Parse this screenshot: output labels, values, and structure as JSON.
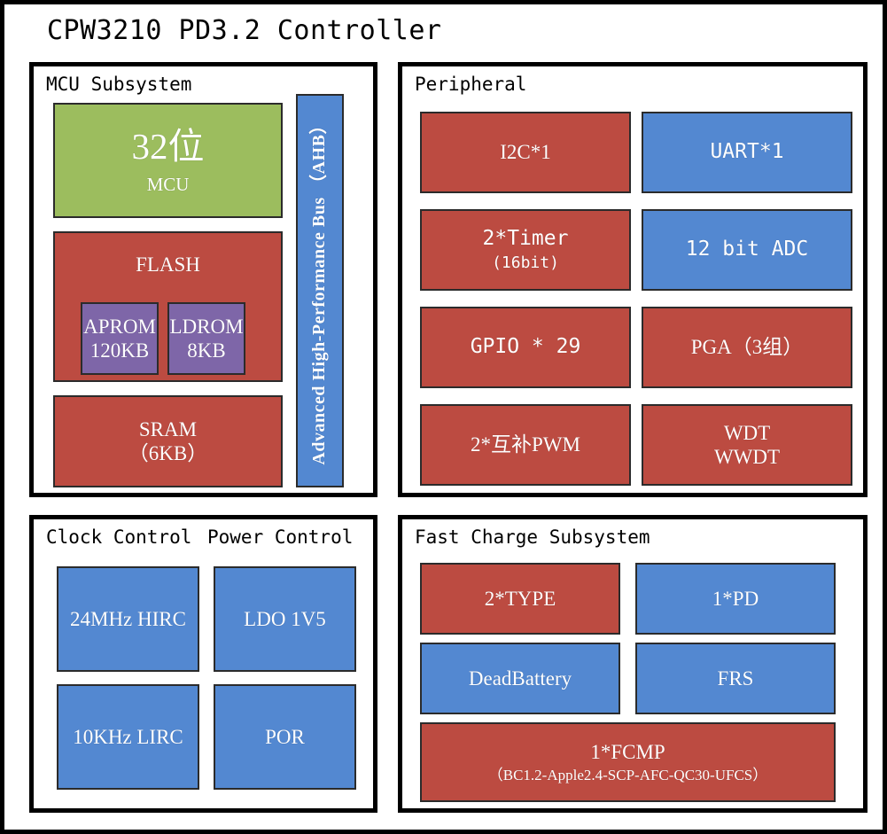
{
  "title": "CPW3210 PD3.2 Controller",
  "panels": {
    "mcu": {
      "title": "MCU Subsystem",
      "blocks": {
        "core": {
          "main": "32位",
          "sub": "MCU",
          "color": "#9cbd5e"
        },
        "flash": {
          "main": "FLASH",
          "color": "#bc4b41"
        },
        "aprom": {
          "main": "APROM",
          "sub": "120KB",
          "color": "#7e66a8"
        },
        "ldrom": {
          "main": "LDROM",
          "sub": "8KB",
          "color": "#7e66a8"
        },
        "sram": {
          "main": "SRAM",
          "sub": "（6KB）",
          "color": "#bc4b41"
        },
        "ahb": {
          "main": "Advanced High-Performance Bus （AHB）",
          "color": "#5388d1"
        }
      }
    },
    "peripheral": {
      "title": "Peripheral",
      "blocks": {
        "i2c": {
          "main": "I2C*1",
          "color": "#bc4b41"
        },
        "uart": {
          "main": "UART*1",
          "color": "#5388d1"
        },
        "timer": {
          "main": "2*Timer",
          "sub": "(16bit)",
          "color": "#bc4b41"
        },
        "adc": {
          "main": "12 bit ADC",
          "color": "#5388d1"
        },
        "gpio": {
          "main": "GPIO * 29",
          "color": "#bc4b41"
        },
        "pga": {
          "main": "PGA（3组）",
          "color": "#bc4b41"
        },
        "pwm": {
          "main": "2*互补PWM",
          "color": "#bc4b41"
        },
        "wdt": {
          "main": "WDT",
          "sub": "WWDT",
          "color": "#bc4b41"
        }
      }
    },
    "clock_power": {
      "title_clock": "Clock Control",
      "title_power": "Power Control",
      "blocks": {
        "hirc": {
          "main": "24MHz HIRC",
          "color": "#5388d1"
        },
        "ldo": {
          "main": "LDO 1V5",
          "color": "#5388d1"
        },
        "lirc": {
          "main": "10KHz LIRC",
          "color": "#5388d1"
        },
        "por": {
          "main": "POR",
          "color": "#5388d1"
        }
      }
    },
    "fast_charge": {
      "title": "Fast Charge Subsystem",
      "blocks": {
        "type": {
          "main": "2*TYPE",
          "color": "#bc4b41"
        },
        "pd": {
          "main": "1*PD",
          "color": "#5388d1"
        },
        "deadbattery": {
          "main": "DeadBattery",
          "color": "#5388d1"
        },
        "frs": {
          "main": "FRS",
          "color": "#5388d1"
        },
        "fcmp": {
          "main": "1*FCMP",
          "sub": "（BC1.2-Apple2.4-SCP-AFC-QC30-UFCS）",
          "color": "#bc4b41"
        }
      }
    }
  },
  "colors": {
    "red": "#bc4b41",
    "blue": "#5388d1",
    "green": "#9cbd5e",
    "purple": "#7e66a8",
    "border": "#000000",
    "text_on_block": "#ffffff"
  }
}
